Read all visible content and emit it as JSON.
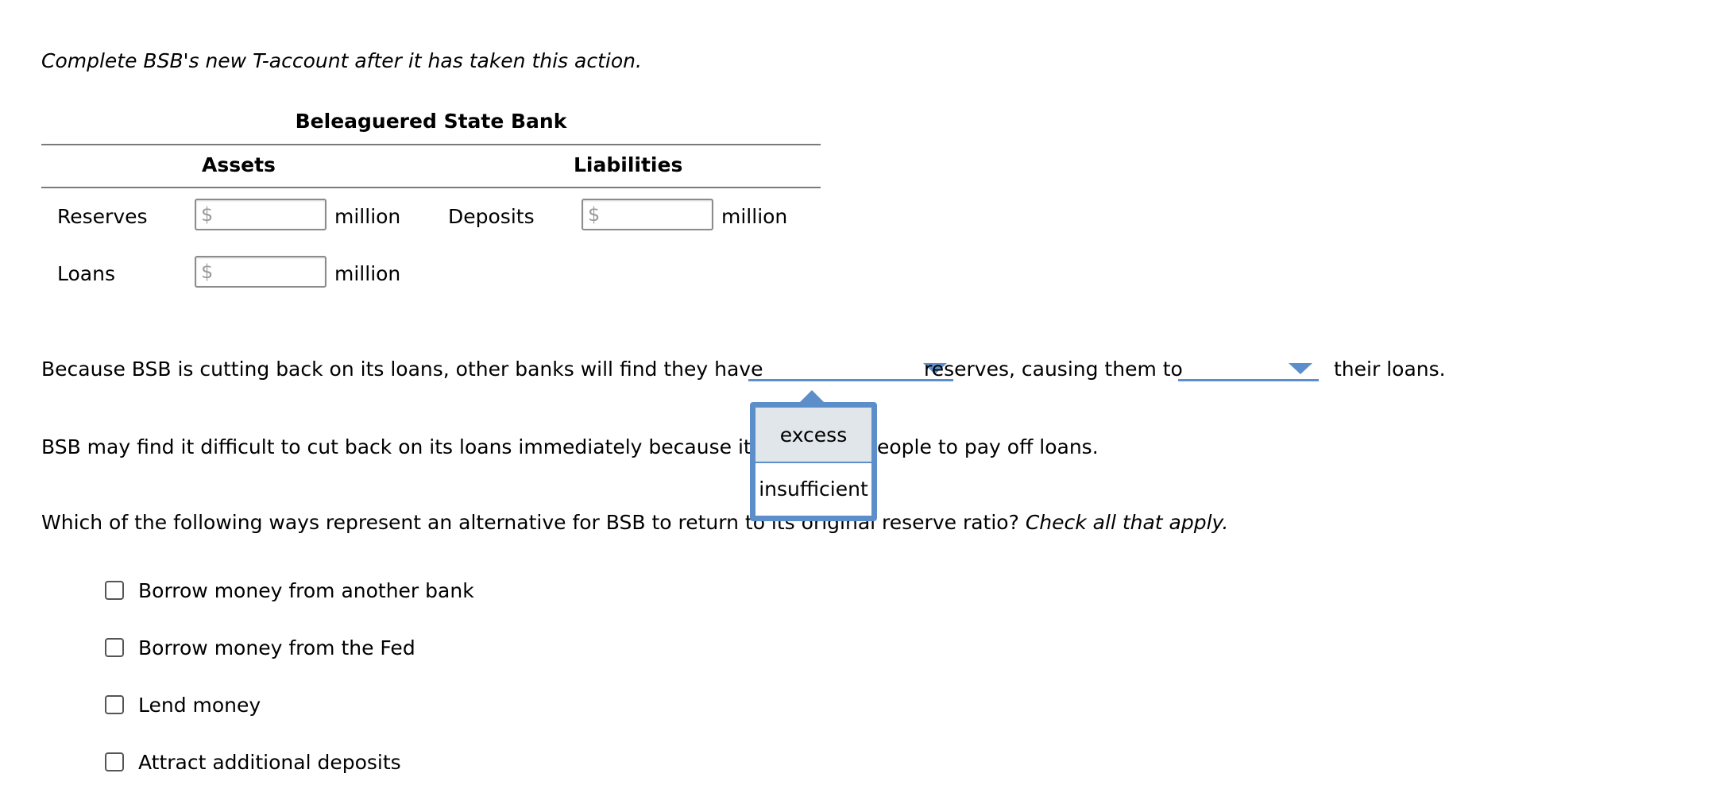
{
  "instruction": "Complete BSB's new T-account after it has taken this action.",
  "t_account": {
    "title": "Beleaguered State Bank",
    "assets_header": "Assets",
    "liabilities_header": "Liabilities",
    "rows": [
      {
        "label": "Reserves",
        "prefix": "$",
        "value": "",
        "unit": "million"
      },
      {
        "label": "Loans",
        "prefix": "$",
        "value": "",
        "unit": "million"
      }
    ],
    "liability_rows": [
      {
        "label": "Deposits",
        "prefix": "$",
        "value": "",
        "unit": "million"
      }
    ]
  },
  "q1": {
    "part1": "Because BSB is cutting back on its loans, other banks will find they have",
    "select1_value": "",
    "part2": "reserves, causing them to",
    "select2_value": "",
    "part3": "their loans."
  },
  "dropdown": {
    "options": [
      "excess",
      "insufficient"
    ],
    "highlighted": "excess"
  },
  "q2": {
    "visible_left": "BSB may find it difficult to cut back on its loans immediately because it c",
    "visible_right": "eople to pay off loans."
  },
  "q3": {
    "visible_left": "Which of the following ways represent an alternative for BSB to return to its original reserve ratio?",
    "italic": "Check all that apply."
  },
  "checkboxes": [
    {
      "label": "Borrow money from another bank",
      "checked": false
    },
    {
      "label": "Borrow money from the Fed",
      "checked": false
    },
    {
      "label": "Lend money",
      "checked": false
    },
    {
      "label": "Attract additional deposits",
      "checked": false
    }
  ],
  "colors": {
    "accent": "#5c8fca",
    "highlight": "#e1e6ea",
    "rule": "#7a7a7a"
  }
}
